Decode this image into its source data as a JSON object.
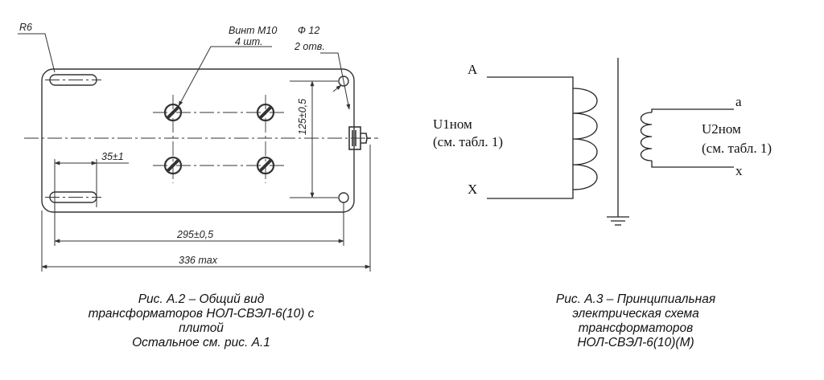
{
  "figure_a2": {
    "labels": {
      "radius": "R6",
      "screw_title": "Винт М10",
      "screw_count": "4 шт.",
      "hole_title": "Ф 12",
      "hole_count": "2 отв.",
      "dim_vertical": "125±0,5",
      "dim_slot": "35±1",
      "dim_holes": "295±0,5",
      "dim_overall": "336 max"
    },
    "caption": [
      "Рис. А.2 – Общий вид",
      "трансформаторов НОЛ-СВЭЛ-6(10) с",
      "плитой",
      "Остальное см. рис. А.1"
    ]
  },
  "figure_a3": {
    "labels": {
      "terminal_A": "A",
      "terminal_X": "X",
      "terminal_a": "a",
      "terminal_x": "x",
      "u1_name": "U1ном",
      "u1_ref": "(см. табл. 1)",
      "u2_name": "U2ном",
      "u2_ref": "(см. табл. 1)"
    },
    "caption": [
      "Рис. А.3 – Принципиальная",
      "электрическая схема",
      "трансформаторов",
      "НОЛ-СВЭЛ-6(10)(М)"
    ]
  }
}
